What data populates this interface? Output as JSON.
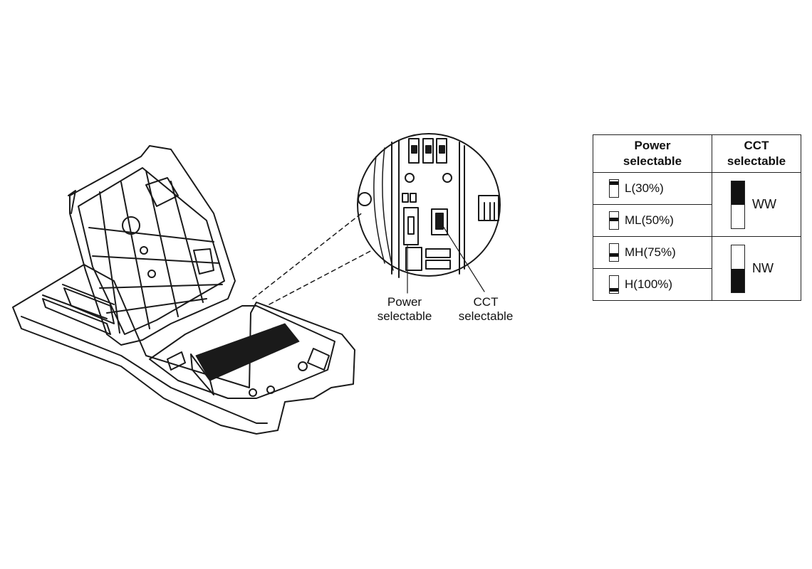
{
  "callouts": {
    "power": [
      "Power",
      "selectable"
    ],
    "cct": [
      "CCT",
      "selectable"
    ]
  },
  "table": {
    "headers": {
      "power": [
        "Power",
        "selectable"
      ],
      "cct": [
        "CCT",
        "selectable"
      ]
    },
    "power_rows": [
      {
        "label": "L(30%)",
        "knob": "top"
      },
      {
        "label": "ML(50%)",
        "knob": "upper-middle"
      },
      {
        "label": "MH(75%)",
        "knob": "lower-middle"
      },
      {
        "label": "H(100%)",
        "knob": "bottom"
      }
    ],
    "cct_rows": [
      {
        "label": "WW",
        "knob": "top"
      },
      {
        "label": "NW",
        "knob": "bottom"
      }
    ]
  }
}
